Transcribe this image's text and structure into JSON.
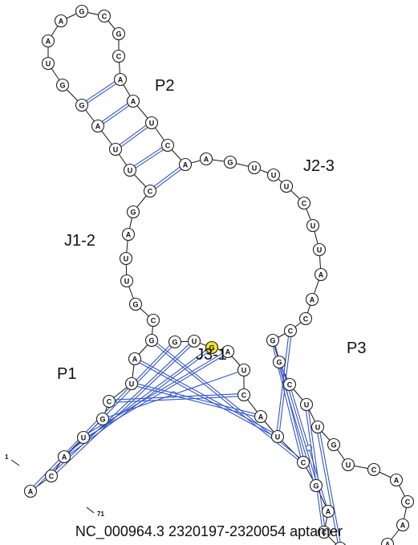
{
  "caption": "NC_000964.3 2320197-2320054 aptamer",
  "sequence": "ACAUGCUAGCGUUAGCUUAGGUAAGCGCAAUCAAGUUUCUUAACCGGCUUGUCACAAUUCAGCUACUAGUGA",
  "start_label": "1",
  "end_label": "71",
  "regions": [
    {
      "id": "P2",
      "label": "P2"
    },
    {
      "id": "J2-3",
      "label": "J2-3"
    },
    {
      "id": "J1-2",
      "label": "J1-2"
    },
    {
      "id": "J3-1",
      "label": "J3-1"
    },
    {
      "id": "P1",
      "label": "P1"
    },
    {
      "id": "P3",
      "label": "P3"
    }
  ],
  "highlight_color": "#f2e22c",
  "pair_color": "#3355cc"
}
